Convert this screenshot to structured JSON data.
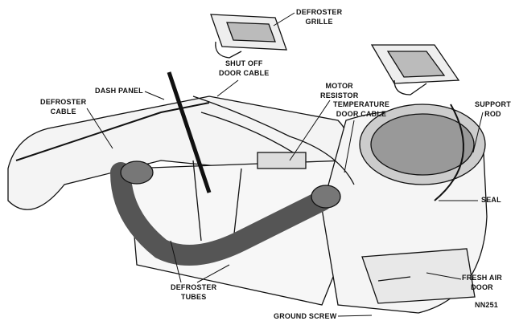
{
  "labels": {
    "defroster_grille": [
      "DEFROSTER",
      "GRILLE"
    ],
    "shut_off_door_cable": [
      "SHUT OFF",
      "DOOR CABLE"
    ],
    "dash_panel": "DASH PANEL",
    "defroster_cable": [
      "DEFROSTER",
      "CABLE"
    ],
    "motor_resistor": [
      "MOTOR",
      "RESISTOR"
    ],
    "temperature_door_cable": [
      "TEMPERATURE",
      "DOOR CABLE"
    ],
    "support_rod": [
      "SUPPORT",
      "ROD"
    ],
    "seal": "SEAL",
    "fresh_air_door": [
      "FRESH AIR",
      "DOOR"
    ],
    "defroster_tubes": [
      "DEFROSTER",
      "TUBES"
    ],
    "ground_screw": "GROUND SCREW",
    "figure_code": "NN251"
  }
}
